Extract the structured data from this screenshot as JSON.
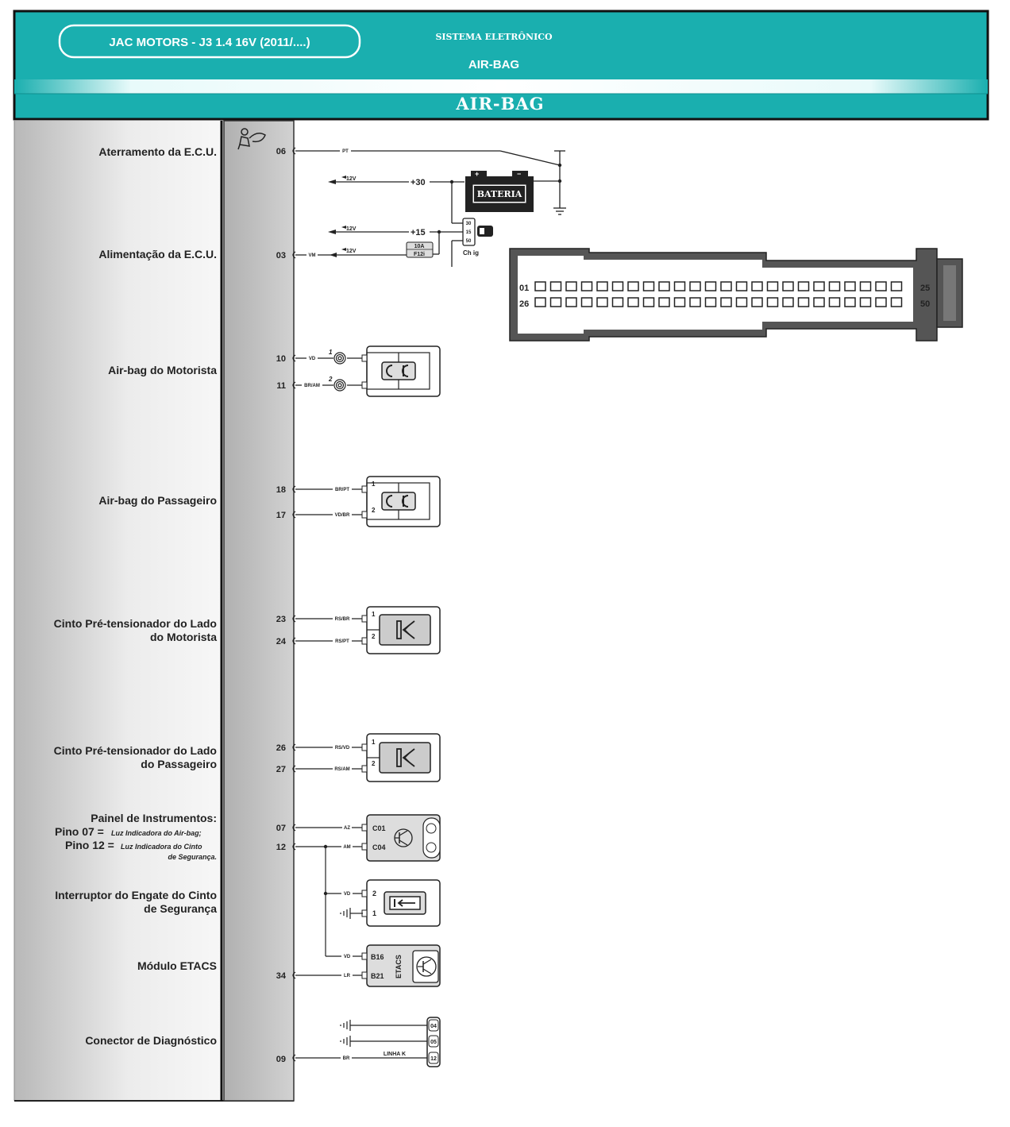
{
  "header": {
    "vehicle": "JAC MOTORS - J3 1.4 16V (2011/....)",
    "system_label": "SISTEMA ELETRÔNICO",
    "system_name": "AIR-BAG",
    "section_title": "AIR-BAG",
    "colors": {
      "teal": "#1aafaf",
      "teal_dark": "#0e9494",
      "panel_gray": "#c9c9c9"
    }
  },
  "components": [
    {
      "id": "ground",
      "label": "Aterramento da E.C.U."
    },
    {
      "id": "supply",
      "label": "Alimentação da E.C.U."
    },
    {
      "id": "driver_airbag",
      "label": "Air-bag do Motorista"
    },
    {
      "id": "passenger_airbag",
      "label": "Air-bag do Passageiro"
    },
    {
      "id": "driver_pretensioner",
      "label_1": "Cinto Pré-tensionador do Lado",
      "label_2": "do Motorista"
    },
    {
      "id": "passenger_pretensioner",
      "label_1": "Cinto Pré-tensionador do Lado",
      "label_2": "do Passageiro"
    },
    {
      "id": "instrument_panel",
      "title": "Painel de Instrumentos:",
      "pin07_prefix": "Pino 07 =",
      "pin07_note": "Luz Indicadora do Air-bag;",
      "pin12_prefix": "Pino 12 =",
      "pin12_note_1": "Luz Indicadora do Cinto",
      "pin12_note_2": "de Segurança."
    },
    {
      "id": "buckle_switch",
      "label_1": "Interruptor do Engate do Cinto",
      "label_2": "de Segurança"
    },
    {
      "id": "etacs",
      "label": "Módulo ETACS"
    },
    {
      "id": "diag",
      "label": "Conector de Diagnóstico"
    }
  ],
  "pins": [
    "06",
    "03",
    "10",
    "11",
    "18",
    "17",
    "23",
    "24",
    "26",
    "27",
    "07",
    "12",
    "34",
    "09"
  ],
  "wires": [
    "PT",
    "VM",
    "VD",
    "BR/AM",
    "BR/PT",
    "VD/BR",
    "RS/BR",
    "RS/PT",
    "RS/VD",
    "RS/AM",
    "AZ",
    "AM",
    "VD",
    "VD",
    "LR",
    "BR"
  ],
  "power": {
    "v30": "+30",
    "v15": "+15",
    "v12": "12V",
    "battery": "BATERIA",
    "fuse_rating": "10A",
    "fuse_name": "F12i",
    "switch_label": "Ch ig",
    "switch_pins": [
      "30",
      "15",
      "50"
    ]
  },
  "connector": {
    "row1_first": "01",
    "row1_last": "25",
    "row2_first": "26",
    "row2_last": "50"
  },
  "labels": {
    "airbag_pins": [
      "1",
      "2"
    ],
    "conn_pins": [
      "1",
      "2"
    ],
    "panel_pins": [
      "C01",
      "C04"
    ],
    "switch_pins": [
      "2",
      "1"
    ],
    "etacs_pins": [
      "B16",
      "B21"
    ],
    "etacs_name": "ETACS",
    "diag_pins": [
      "04",
      "05",
      "12"
    ],
    "linha_k": "LINHA K"
  }
}
